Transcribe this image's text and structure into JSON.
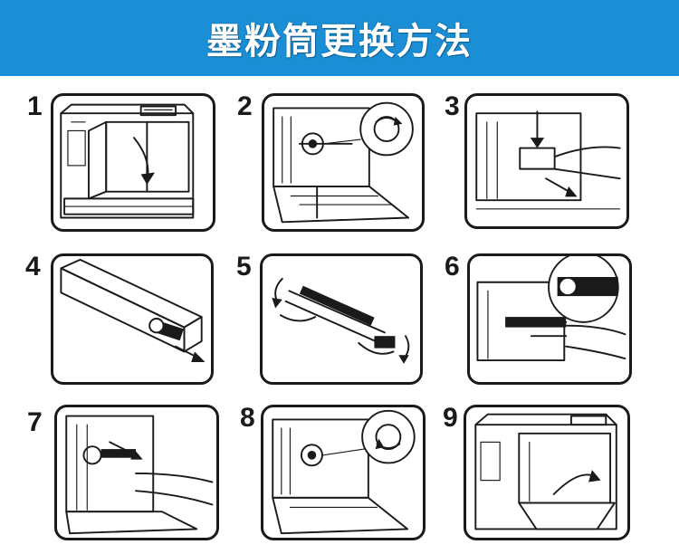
{
  "header": {
    "title": "墨粉筒更换方法",
    "background": "#1b8fd6"
  },
  "steps": [
    {
      "number": "1"
    },
    {
      "number": "2"
    },
    {
      "number": "3"
    },
    {
      "number": "4"
    },
    {
      "number": "5"
    },
    {
      "number": "6"
    },
    {
      "number": "7"
    },
    {
      "number": "8"
    },
    {
      "number": "9"
    }
  ]
}
